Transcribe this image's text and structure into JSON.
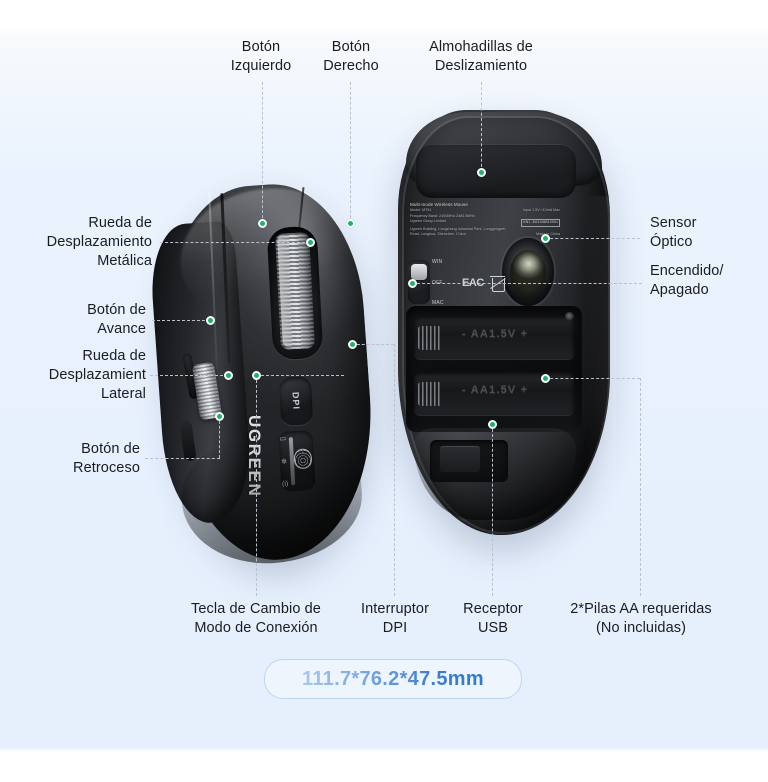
{
  "product": {
    "brand": "UGREEN",
    "dimension_badge": "111.7*76.2*47.5mm"
  },
  "callouts": {
    "top_left_button": "Botón\nIzquierdo",
    "top_right_button": "Botón\nDerecho",
    "glide_pads": "Almohadillas de\nDeslizamiento",
    "metal_scroll_wheel": "Rueda de\nDesplazamiento\nMetálica",
    "forward_button": "Botón de\nAvance",
    "side_scroll_wheel": "Rueda de\nDesplazamient\nLateral",
    "back_button": "Botón de\nRetroceso",
    "optical_sensor": "Sensor\nÓptico",
    "power_switch": "Encendido/\nApagado",
    "connection_mode_key": "Tecla de Cambio de\nModo de Conexión",
    "dpi_switch": "Interruptor\nDPI",
    "usb_receiver": "Receptor\nUSB",
    "batteries": "2*Pilas AA requeridas\n(No incluidas)"
  },
  "device_markings": {
    "dpi_button": "DPI",
    "mode_win": "WIN",
    "mode_off": "OFF",
    "mode_mac": "MAC",
    "regulatory_title": "Multi-mode Wireless Mouse",
    "regulatory_model": "Model: MT51",
    "regulatory_input": "Input 1.5V⎓10mA Max",
    "regulatory_freq": "Frequency Band: 2400MHz-2483.5MHz",
    "regulatory_company": "Ugreen Group Limited",
    "regulatory_cert": "KN1 -M210/AB10001",
    "regulatory_addr1": "Ugreen Building, Longzhong Industrial Park, Longgongwei",
    "regulatory_addr2": "Road, Longhua, Shenzhen, China",
    "regulatory_origin": "Made in China",
    "cert_eac": "EAC",
    "battery_slot_1": "- AA1.5V +",
    "battery_slot_2": "- AA1.5V +"
  },
  "colors": {
    "background_top": "#ffffff",
    "background_main": "#e6f0fd",
    "dot_green": "#14b866",
    "text_dark": "#1b1c20",
    "leader_line": "#b9c2cc",
    "badge_border": "#bcd6f5",
    "badge_text_gradient_start": "#a8c8ee",
    "badge_text_gradient_end": "#2f78d1"
  }
}
